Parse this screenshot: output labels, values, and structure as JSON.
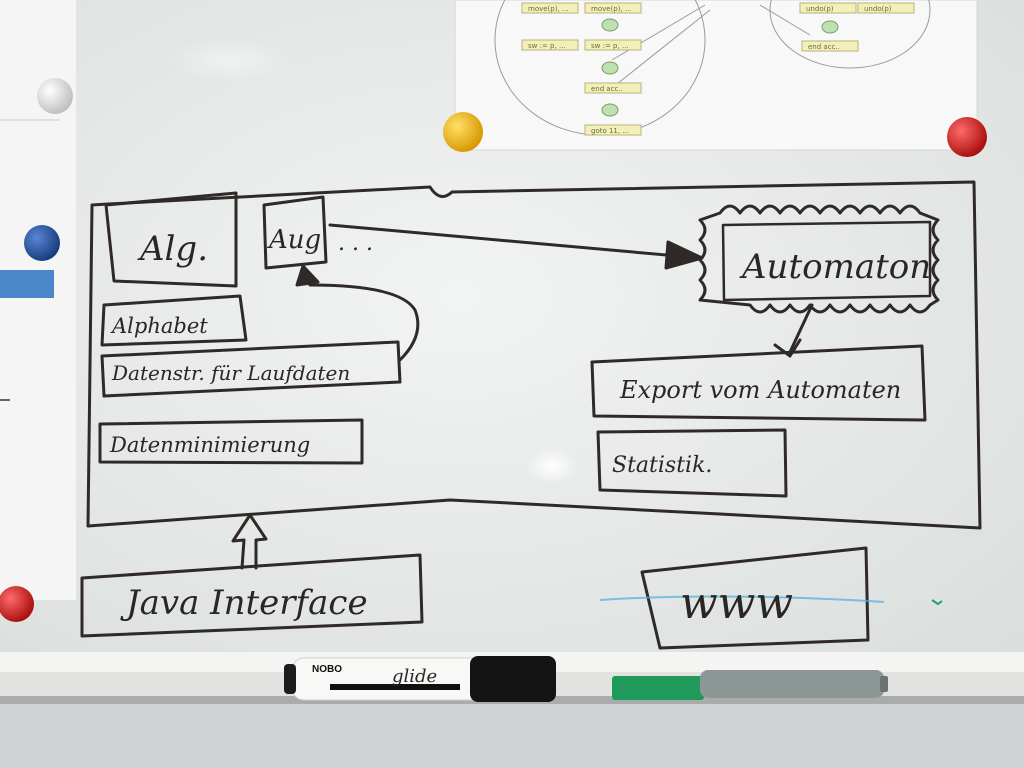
{
  "whiteboard": {
    "outer_box": {
      "left_panel": {
        "alg_box": "Alg.",
        "aug_box": "Aug",
        "aug_ellipsis": ". . .",
        "items": [
          "Alphabet",
          "Datenstr. für Laufdaten",
          "Datenminimierung"
        ]
      },
      "right_panel": {
        "automaton_box": "Automaton",
        "items": [
          "Export vom Automaten",
          "Statistik. "
        ]
      }
    },
    "bottom_left_box": "Java Interface",
    "bottom_right_box": "www"
  },
  "paper_diagram": {
    "nodes": [
      "move(p), ...",
      "move(p), ...",
      "undo(p)",
      "undo(p)",
      "sw := p, ...",
      "sw := p, ...",
      "end acc..",
      "end acc..",
      "goto 11, ..."
    ]
  },
  "markers": {
    "black_marker_brand": "NOBO",
    "black_marker_label": "glide"
  },
  "colors": {
    "board": "#e8ebea",
    "ink": "#2a2624",
    "magnet_white": "#eeeeee",
    "magnet_blue": "#1f4d9a",
    "magnet_yellow": "#f0b400",
    "magnet_red": "#d81616",
    "marker_green": "#1f9a5b"
  }
}
